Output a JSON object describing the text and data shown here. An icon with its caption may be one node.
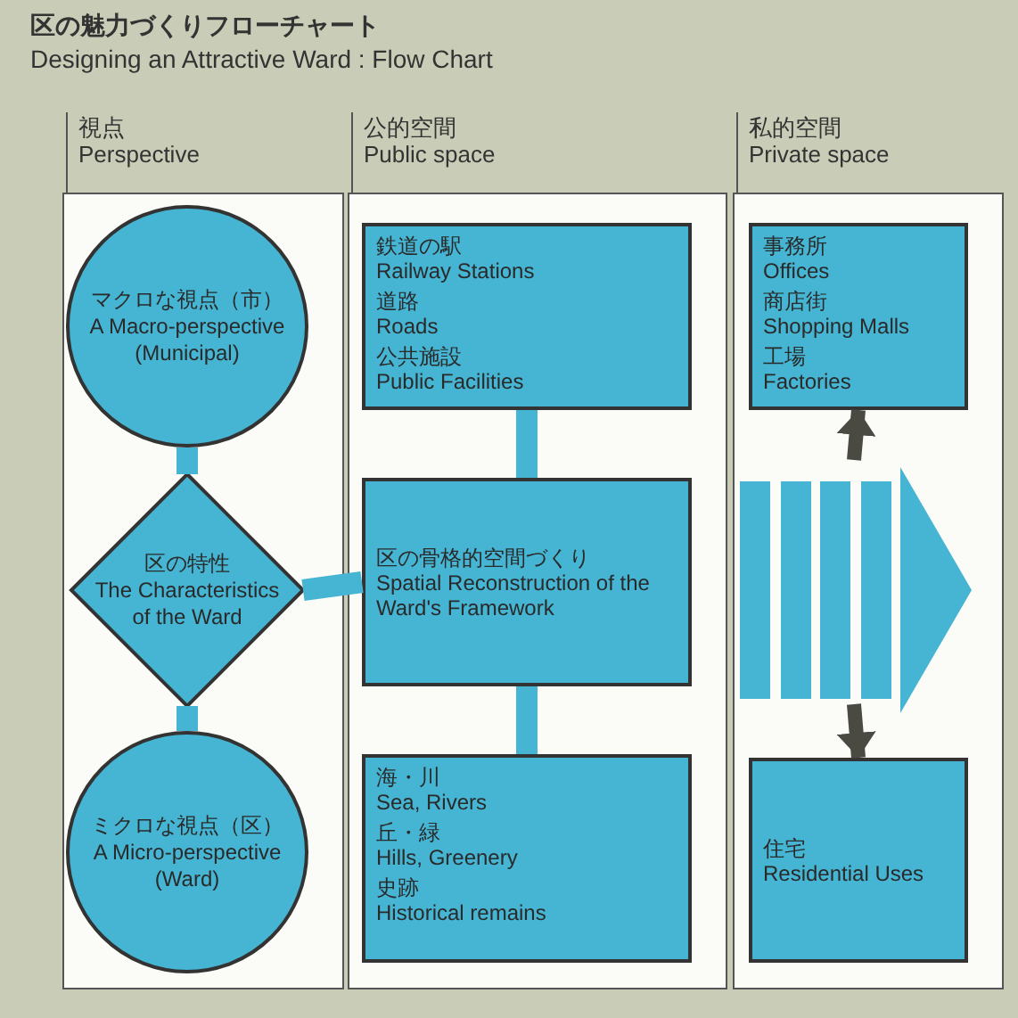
{
  "diagram": {
    "title": "区の魅力づくりフローチャート",
    "nodes": [
      {
        "text": [
          "視点",
          "Perspective"
        ]
      },
      {
        "text": [
          "マクロな視点（市）",
          "A Macro-perspective (Municipal)"
        ],
        "in": 0
      },
      {
        "text": [
          "区の特性",
          "The Characteristics of the Ward"
        ],
        "in": 0
      },
      {
        "text": [
          "ミクロな視点（区）",
          "A Micro-perspective (Ward)"
        ],
        "in": 0
      },
      {
        "text": [
          "公的空間",
          "Public space"
        ]
      },
      {
        "text": [
          "鉄道の駅",
          "Railway Stations",
          "道路",
          "Roads",
          "公共施設",
          "Public Facilities"
        ],
        "in": 4
      },
      {
        "text": [
          "区の骨格的空間づくり",
          "Spatial Reconstruction of the Ward's Framework"
        ],
        "in": 4
      },
      {
        "text": [
          "海・川",
          "Sea, Rivers",
          "丘・緑",
          "Hills, Greenery",
          "史跡",
          "Historical remains"
        ],
        "in": 4
      },
      {
        "text": [
          "私的空間",
          "Private space"
        ]
      },
      {
        "text": [
          "事務所",
          "Offices",
          "商店街",
          "Shopping Malls",
          "工場",
          "Factories"
        ],
        "in": 8
      },
      {
        "text": [
          "住宅",
          "Residential Uses"
        ],
        "in": 8
      }
    ],
    "edges": [
      {
        "from": 1,
        "to": 2,
        "arrow": "none"
      },
      {
        "from": 2,
        "to": 3,
        "arrow": "none"
      },
      {
        "from": 2,
        "to": 6,
        "arrow": "none"
      },
      {
        "from": 5,
        "to": 6,
        "arrow": "none"
      },
      {
        "from": 6,
        "to": 7,
        "arrow": "none"
      },
      {
        "from": 6,
        "to": null,
        "arrow": "to"
      },
      {
        "from": null,
        "to": 9,
        "arrow": "to",
        "color": "#4a4a42"
      },
      {
        "from": null,
        "to": 10,
        "arrow": "to",
        "color": "#4a4a42"
      }
    ],
    "labels": [
      "Designing an Attractive Ward : Flow Chart"
    ]
  }
}
